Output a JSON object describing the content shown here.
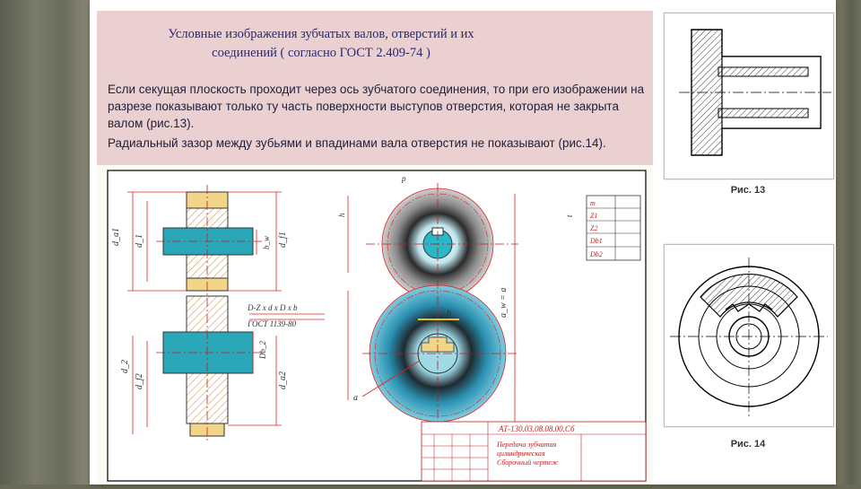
{
  "slide": {
    "heading_line1": "Условные изображения зубчатых валов, отверстий  и их",
    "heading_line2": "соединений ( согласно ГОСТ 2.409-74  )",
    "paragraph1": "Если секущая плоскость проходит через ось зубчатого соединения, то при его изображении на разрезе показывают только ту часть поверхности выступов отверстия, которая не закрыта валом (рис.13).",
    "paragraph2": "Радиальный зазор между зубьями и впадинами вала отверстия не показывают (рис.14)."
  },
  "drawing": {
    "dims_left": [
      "d_a1",
      "d_1",
      "d_2",
      "d_f2"
    ],
    "dims_right": [
      "d_f1",
      "d_a2"
    ],
    "dim_bw": "b_w",
    "dim_db2": "Db_2",
    "spline_note_line1": "D-Z x d x D x b",
    "spline_note_line2": "ГОСТ 1139-80",
    "dim_center": "a_w = a",
    "label_b": "b",
    "label_a": "a",
    "label_p": "p",
    "label_h": "h",
    "label_t": "t",
    "params": [
      "m",
      "Z1",
      "Z2",
      "Db1",
      "Db2"
    ],
    "title_code": "АТ-130.03.08.08.00.Сб",
    "title_name_line1": "Передача зубчатая",
    "title_name_line2": "цилиндрическая",
    "title_name_line3": "Сборочный чертеж"
  },
  "figures": {
    "fig13_caption": "Рис. 13",
    "fig14_caption": "Рис. 14"
  },
  "colors": {
    "panel": "#ead0d0",
    "heading": "#2a2a70",
    "drawing_red": "#e02020",
    "gear_teal": "#2aa7b8",
    "gear_cream": "#f3d58a"
  }
}
